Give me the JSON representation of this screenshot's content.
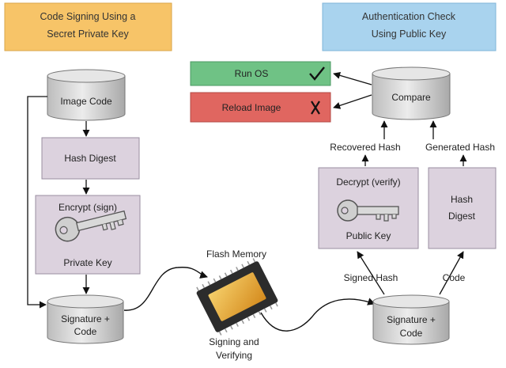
{
  "signing_header": {
    "line1": "Code Signing Using a",
    "line2": "Secret Private Key"
  },
  "auth_header": {
    "line1": "Authentication Check",
    "line2": "Using Public Key"
  },
  "left_flow": {
    "image_code": "Image Code",
    "hash_digest": "Hash Digest",
    "encrypt": "Encrypt (sign)",
    "private_key": "Private Key",
    "signature_line1": "Signature +",
    "signature_line2": "Code"
  },
  "middle": {
    "flash_memory": "Flash Memory",
    "caption_line1": "Signing and",
    "caption_line2": "Verifying"
  },
  "right_flow": {
    "compare": "Compare",
    "run_os": "Run OS",
    "reload_image": "Reload Image",
    "recovered_hash": "Recovered Hash",
    "generated_hash": "Generated Hash",
    "decrypt": "Decrypt (verify)",
    "public_key": "Public Key",
    "hash_digest_line1": "Hash",
    "hash_digest_line2": "Digest",
    "signed_hash": "Signed Hash",
    "code": "Code",
    "signature_line1": "Signature +",
    "signature_line2": "Code"
  },
  "colors": {
    "signing_header_bg": "#f7c468",
    "auth_header_bg": "#a9d3ee",
    "box_fill": "#dcd2de",
    "cylinder_fill": "#d8d8d8",
    "run_os_bg": "#6fc285",
    "reload_bg": "#e06660",
    "chip": "#e4a437"
  },
  "icons": {
    "run_os": "checkmark-icon",
    "reload_image": "x-mark-icon"
  }
}
